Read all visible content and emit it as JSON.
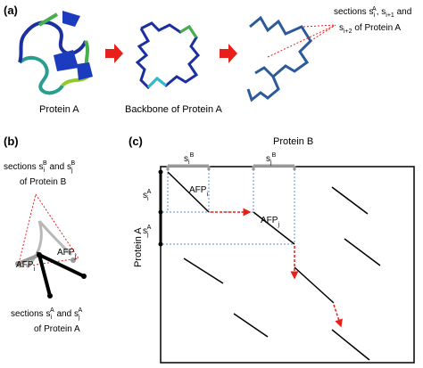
{
  "panel_a": {
    "label": "(a)",
    "caption_protein": "Protein A",
    "caption_backbone": "Backbone of Protein A",
    "annotation_line1": "sections s",
    "annotation_i": "i",
    "annotation_A": "A",
    "annotation_sep": ", s",
    "annotation_i1": "i+1",
    "annotation_and": " and",
    "annotation_line2_pre": "s",
    "annotation_i2": "i+2",
    "annotation_line2_post": " of Protein A",
    "arrow_color": "#e8201a"
  },
  "panel_b": {
    "label": "(b)",
    "top_line1": "sections s",
    "top_i": "i",
    "top_B": "B",
    "top_and": " and s",
    "top_j": "j",
    "top_B2": "B",
    "top_line2": "of Protein B",
    "afp_i_base": "AFP",
    "afp_i_sub": "i",
    "afp_j_base": "AFP",
    "afp_j_sub": "j",
    "bottom_line1": "sections s",
    "bottom_i": "i",
    "bottom_A": "A",
    "bottom_and": " and s",
    "bottom_j": "j",
    "bottom_A2": "A",
    "bottom_line2": "of Protein A"
  },
  "panel_c": {
    "label": "(c)",
    "x_axis_title": "Protein B",
    "y_axis_title": "Protein A",
    "top_si": "s",
    "top_si_sub": "i",
    "top_si_sup": "B",
    "top_sj": "s",
    "top_sj_sub": "j",
    "top_sj_sup": "B",
    "left_si": "s",
    "left_si_sub": "i",
    "left_si_sup": "A",
    "left_sj": "s",
    "left_sj_sub": "j",
    "left_sj_sup": "A",
    "afp_i_base": "AFP",
    "afp_i_sub": "i",
    "afp_j_base": "AFP",
    "afp_j_sub": "j",
    "guide_color": "#5b8fd0",
    "path_color": "#e8201a"
  }
}
